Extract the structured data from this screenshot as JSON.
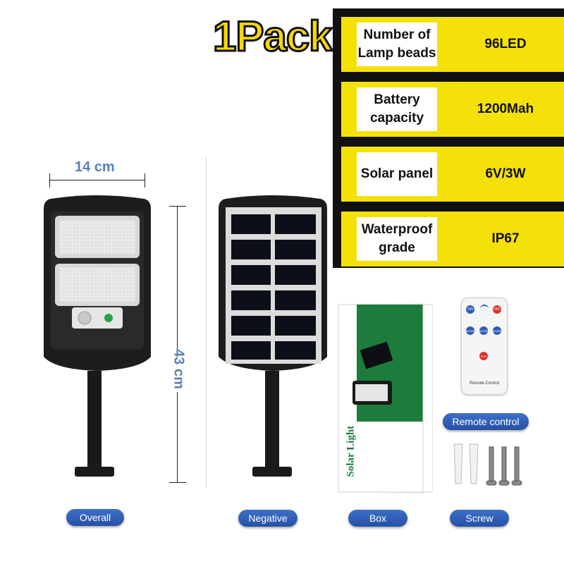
{
  "title": "1Pack",
  "specs": [
    {
      "label": "Number of Lamp beads",
      "value": "96LED"
    },
    {
      "label": "Battery capacity",
      "value": "1200Mah"
    },
    {
      "label": "Solar panel",
      "value": "6V/3W"
    },
    {
      "label": "Waterproof grade",
      "value": "IP67"
    }
  ],
  "dimensions": {
    "width": "14 cm",
    "height": "43 cm"
  },
  "captions": {
    "overall": "Overall",
    "negative": "Negative",
    "box": "Box",
    "screw": "Screw",
    "remote": "Remote control"
  },
  "box_text": "Solar Light",
  "remote_text": "Remote Control",
  "remote_buttons": [
    "ON",
    "OFF",
    "MODE",
    "MODE",
    "MODE",
    "SOS"
  ],
  "colors": {
    "accent_yellow": "#f5e10a",
    "pill_blue": "#2f5cb8",
    "dim_blue": "#5a7fb5"
  }
}
